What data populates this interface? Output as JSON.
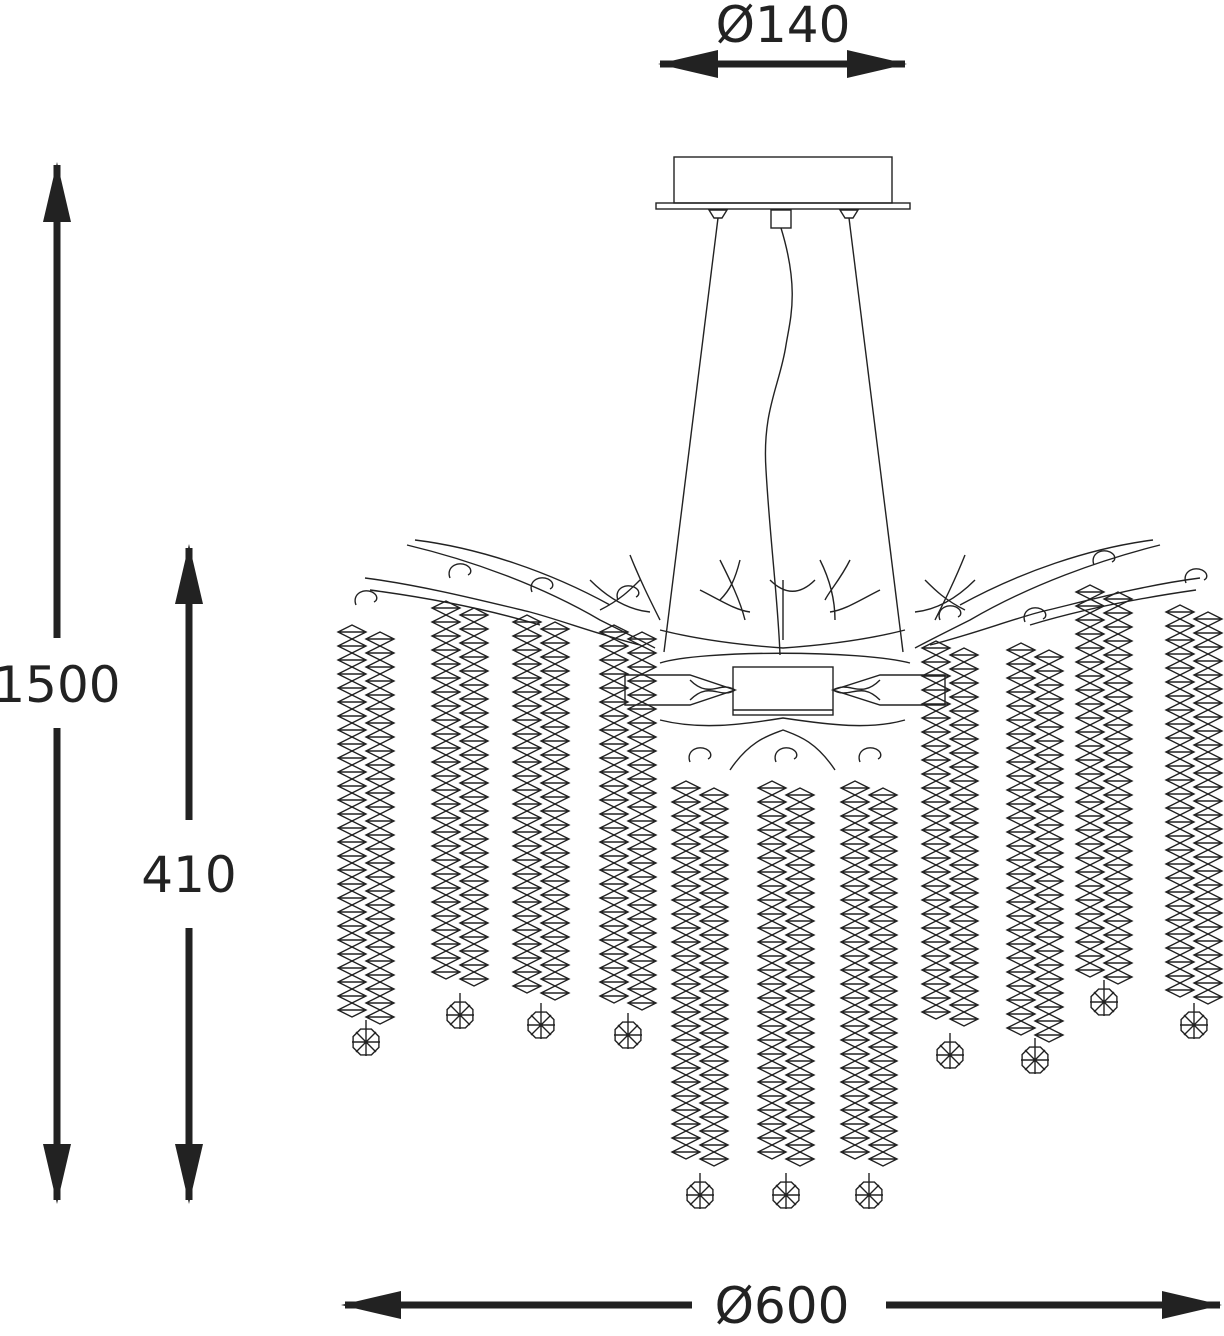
{
  "dimensions": {
    "canopy_diameter": "Ø140",
    "total_height": "1500",
    "body_height": "410",
    "body_diameter": "Ø600"
  },
  "colors": {
    "line": "#222222",
    "background": "#ffffff"
  }
}
